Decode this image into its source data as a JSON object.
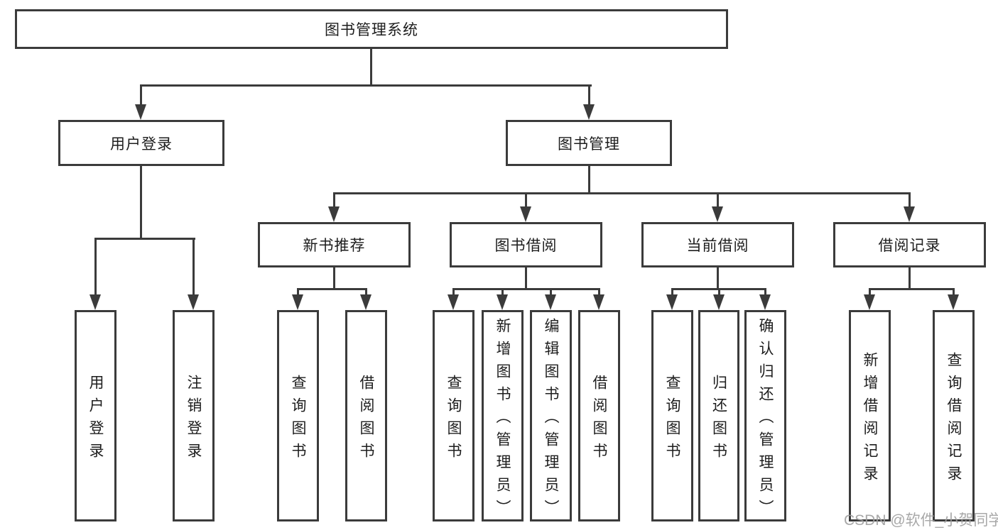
{
  "diagram": {
    "type": "tree",
    "root": {
      "label": "图书管理系统",
      "children": [
        {
          "label": "用户登录",
          "children": [
            {
              "label": "用户登录"
            },
            {
              "label": "注销登录"
            }
          ]
        },
        {
          "label": "图书管理",
          "children": [
            {
              "label": "新书推荐",
              "children": [
                {
                  "label": "查询图书"
                },
                {
                  "label": "借阅图书"
                }
              ]
            },
            {
              "label": "图书借阅",
              "children": [
                {
                  "label": "查询图书"
                },
                {
                  "label": "新增图书（管理员）"
                },
                {
                  "label": "编辑图书（管理员）"
                },
                {
                  "label": "借阅图书"
                }
              ]
            },
            {
              "label": "当前借阅",
              "children": [
                {
                  "label": "查询图书"
                },
                {
                  "label": "归还图书"
                },
                {
                  "label": "确认归还（管理员）"
                }
              ]
            },
            {
              "label": "借阅记录",
              "children": [
                {
                  "label": "新增借阅记录"
                },
                {
                  "label": "查询借阅记录"
                }
              ]
            }
          ]
        }
      ]
    },
    "watermark": "CSDN @软件_小贺同学",
    "colors": {
      "line": "#3b3b3b",
      "text": "#1d1d1d",
      "background": "#ffffff",
      "watermark": "#9e9e9e"
    }
  }
}
